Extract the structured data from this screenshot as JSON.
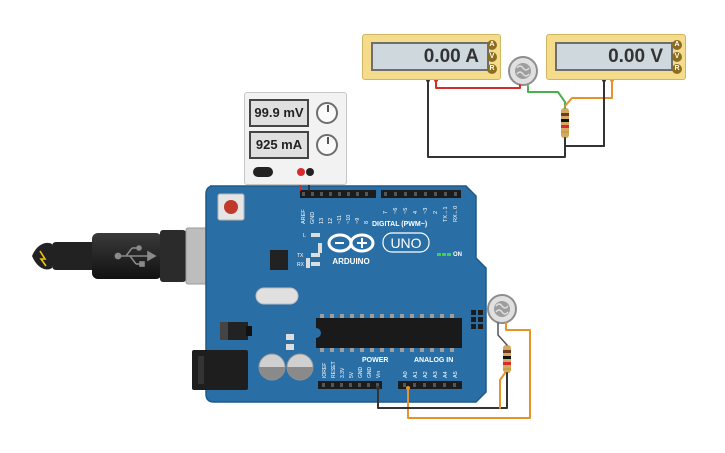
{
  "ammeter": {
    "reading": "0.00 A",
    "modes": [
      "A",
      "V",
      "R"
    ]
  },
  "voltmeter": {
    "reading": "0.00 V",
    "modes": [
      "A",
      "V",
      "R"
    ]
  },
  "power_supply": {
    "voltage": "99.9 mV",
    "current": "925 mA"
  },
  "arduino": {
    "brand": "ARDUINO",
    "model": "UNO",
    "on_label": "ON",
    "digital_header": "DIGITAL (PWM~)",
    "digital_pins": [
      "AREF",
      "GND",
      "13",
      "12",
      "~11",
      "~10",
      "~9",
      "8",
      "7",
      "~6",
      "~5",
      "4",
      "~3",
      "2",
      "TX→1",
      "RX←0"
    ],
    "power_header": "POWER",
    "power_pins": [
      "IOREF",
      "RESET",
      "3.3V",
      "5V",
      "GND",
      "GND",
      "Vin"
    ],
    "analog_header": "ANALOG IN",
    "analog_pins": [
      "A0",
      "A1",
      "A2",
      "A3",
      "A4",
      "A5"
    ],
    "led_labels": [
      "L",
      "TX",
      "RX"
    ]
  },
  "colors": {
    "board": "#2a6ea6",
    "wire_red": "#d62c2c",
    "wire_black": "#333333",
    "wire_orange": "#e8922a",
    "wire_green": "#4caf50",
    "meter_body": "#f4dc8c"
  }
}
